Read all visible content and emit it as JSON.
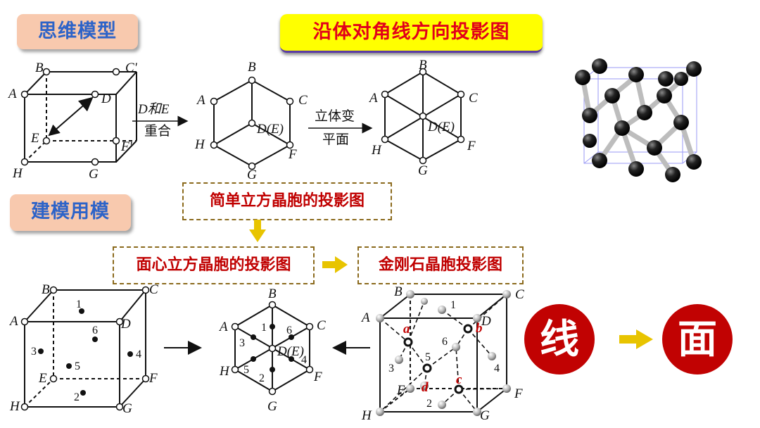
{
  "tags": {
    "model": "思维模型",
    "build": "建模用模"
  },
  "banner": "沿体对角线方向投影图",
  "boxes": {
    "simple": "简单立方晶胞的投影图",
    "fcc": "面心立方晶胞的投影图",
    "diamond": "金刚石晶胞投影图"
  },
  "steps": {
    "merge_top": "D和E",
    "merge_bottom": "重合",
    "flat_top": "立体变",
    "flat_bottom": "平面"
  },
  "circles": {
    "line": "线",
    "plane": "面"
  },
  "labels": {
    "A": "A",
    "B": "B",
    "C": "C",
    "Cp": "C'",
    "D": "D",
    "E": "E",
    "F": "F",
    "Fp": "F'",
    "G": "G",
    "H": "H",
    "DE": "D(E)",
    "DE2": "D(E)",
    "a": "a",
    "b": "b",
    "c": "c",
    "d": "d",
    "n1": "1",
    "n2": "2",
    "n3": "3",
    "n4": "4",
    "n5": "5",
    "n6": "6"
  },
  "colors": {
    "tag_bg": "#f8c9ae",
    "tag_text": "#2d63c8",
    "banner_bg": "#ffff00",
    "banner_text": "#e2001a",
    "box_text": "#c00000",
    "circle": "#c10202",
    "arrow": "#e8c400"
  }
}
